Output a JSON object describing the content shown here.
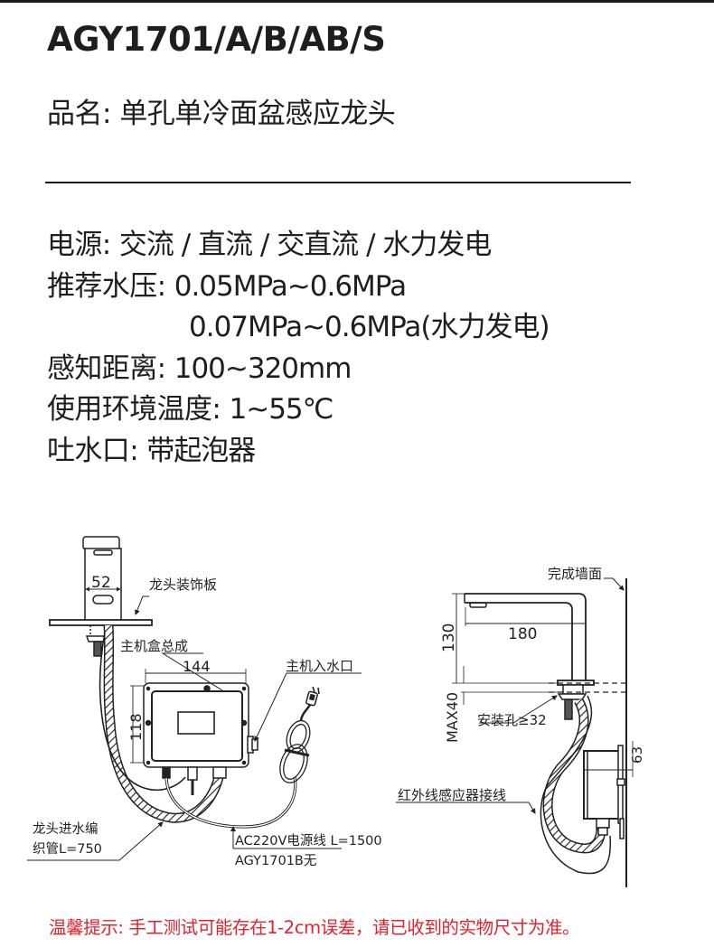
{
  "header": {
    "model": "AGY1701/A/B/AB/S",
    "product_name_label": "品名:",
    "product_name_value": "单孔单冷面盆感应龙头"
  },
  "specs": [
    {
      "label": "电源:",
      "value": "交流 / 直流 / 交直流 / 水力发电"
    },
    {
      "label": "推荐水压:",
      "value": "0.05MPa~0.6MPa"
    },
    {
      "label": "",
      "value": "0.07MPa~0.6MPa(水力发电)"
    },
    {
      "label": "感知距离:",
      "value": "100~320mm"
    },
    {
      "label": "使用环境温度:",
      "value": "1~55℃"
    },
    {
      "label": "吐水口:",
      "value": "带起泡器"
    }
  ],
  "diagram_left": {
    "dim_faucet_width": "52",
    "label_deck_plate": "龙头装饰板",
    "label_control_box": "主机盒总成",
    "dim_box_width": "144",
    "dim_box_height": "118",
    "label_box_inlet": "主机入水口",
    "label_hose_line1": "龙头进水编",
    "label_hose_line2": "织管L=750",
    "label_power_line1": "AC220V电源线 L=1500",
    "label_power_line2": "AGY1701B无"
  },
  "diagram_right": {
    "label_wall": "完成墙面",
    "dim_spout_reach": "180",
    "dim_height": "130",
    "dim_max_thickness": "MAX40",
    "label_mount_hole": "安装孔≥32",
    "label_sensor_wire": "红外线感应器接线",
    "dim_box_depth": "63"
  },
  "footer": {
    "note": "温馨提示: 手工测试可能存在1-2cm误差，请已收到的实物尺寸为准。"
  },
  "colors": {
    "text": "#1e1e1e",
    "note": "#e8202a",
    "background": "#ffffff"
  }
}
